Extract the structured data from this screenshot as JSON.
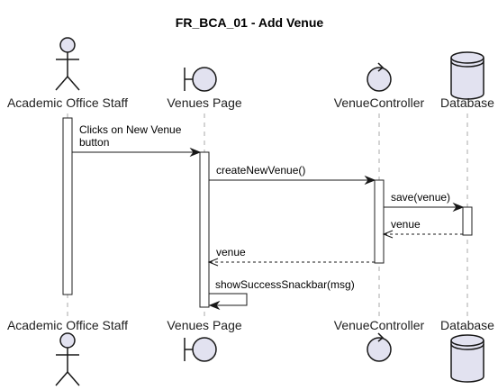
{
  "diagram": {
    "title": "FR_BCA_01 - Add Venue",
    "participants": [
      {
        "id": "staff",
        "label": "Academic Office Staff",
        "kind": "actor"
      },
      {
        "id": "page",
        "label": "Venues Page",
        "kind": "boundary"
      },
      {
        "id": "controller",
        "label": "VenueController",
        "kind": "control"
      },
      {
        "id": "db",
        "label": "Database",
        "kind": "database"
      }
    ],
    "messages": [
      {
        "from": "staff",
        "to": "page",
        "lines": [
          "Clicks on New Venue",
          "button"
        ],
        "kind": "sync"
      },
      {
        "from": "page",
        "to": "controller",
        "lines": [
          "createNewVenue()"
        ],
        "kind": "sync"
      },
      {
        "from": "controller",
        "to": "db",
        "lines": [
          "save(venue)"
        ],
        "kind": "sync"
      },
      {
        "from": "db",
        "to": "controller",
        "lines": [
          "venue"
        ],
        "kind": "return"
      },
      {
        "from": "controller",
        "to": "page",
        "lines": [
          "venue"
        ],
        "kind": "return"
      },
      {
        "from": "page",
        "to": "page",
        "lines": [
          "showSuccessSnackbar(msg)"
        ],
        "kind": "self"
      }
    ],
    "colors": {
      "icon_fill": "#e2e2f0",
      "stroke": "#181818",
      "lifeline": "#a8a8a8",
      "activation_fill": "#ffffff"
    }
  }
}
